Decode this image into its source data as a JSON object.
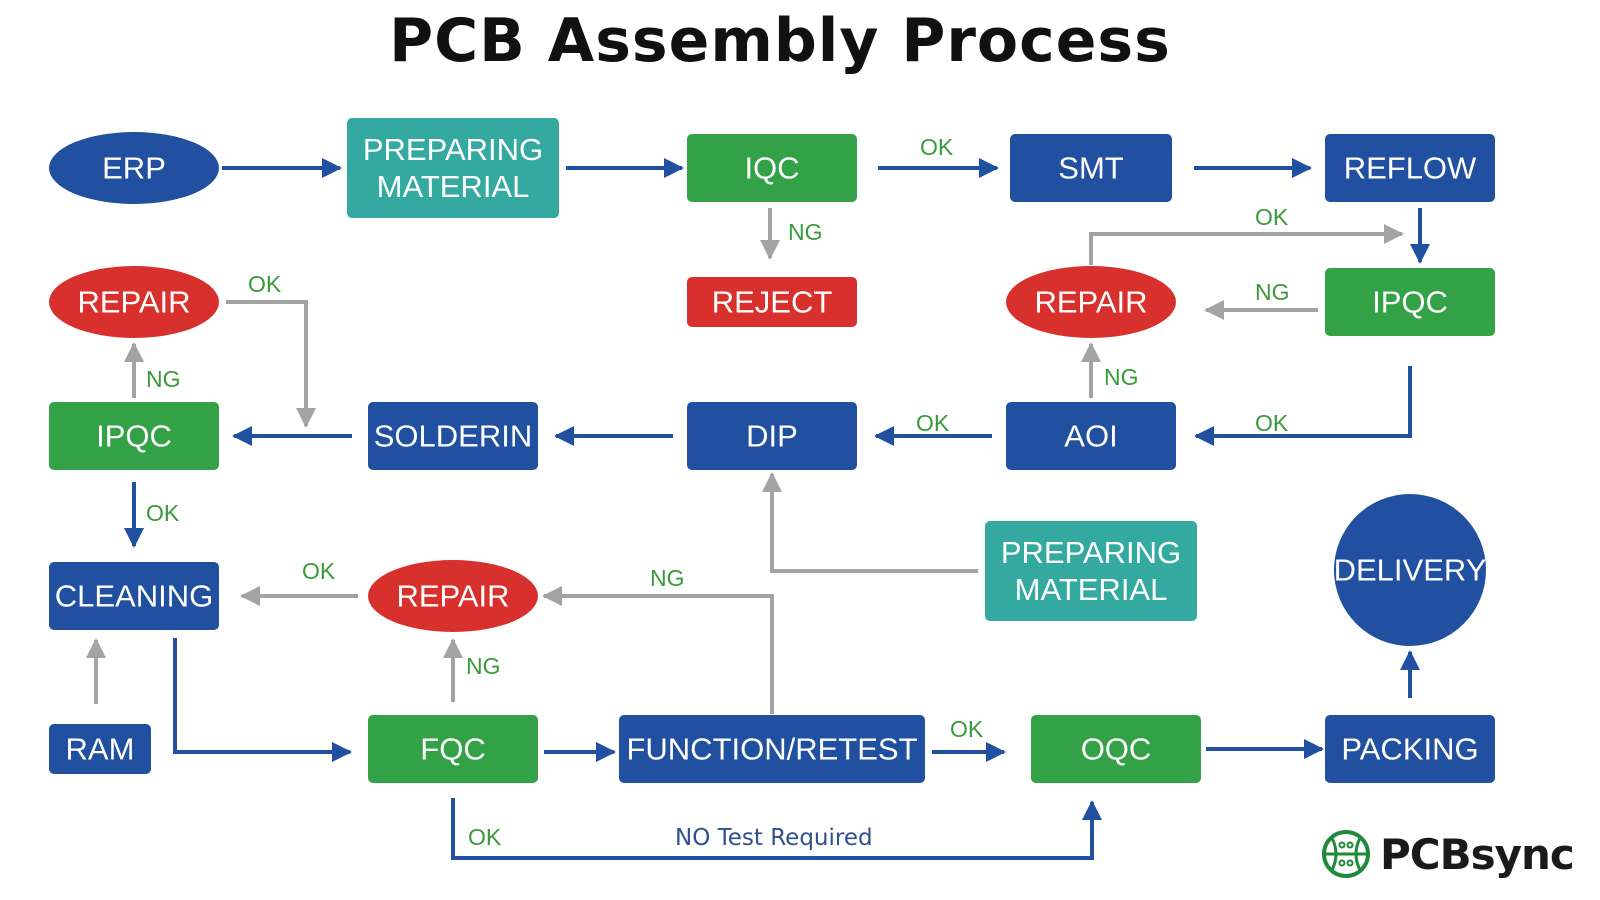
{
  "title": "PCB Assembly Process",
  "colors": {
    "blue": "#2150a0",
    "green": "#33a146",
    "teal": "#33a9a0",
    "red": "#d8302c",
    "gray_arrow": "#a3a3a3",
    "label_green": "#3a9a3a"
  },
  "nodes": [
    {
      "id": "erp",
      "label": [
        "ERP"
      ],
      "shape": "ellipse",
      "color": "blue"
    },
    {
      "id": "prep1",
      "label": [
        "PREPARING",
        "MATERIAL"
      ],
      "shape": "rect",
      "color": "teal"
    },
    {
      "id": "iqc",
      "label": [
        "IQC"
      ],
      "shape": "rect",
      "color": "green"
    },
    {
      "id": "smt",
      "label": [
        "SMT"
      ],
      "shape": "rect",
      "color": "blue"
    },
    {
      "id": "reflow",
      "label": [
        "REFLOW"
      ],
      "shape": "rect",
      "color": "blue"
    },
    {
      "id": "reject",
      "label": [
        "REJECT"
      ],
      "shape": "rect",
      "color": "red"
    },
    {
      "id": "repair1",
      "label": [
        "REPAIR"
      ],
      "shape": "ellipse",
      "color": "red"
    },
    {
      "id": "repair2",
      "label": [
        "REPAIR"
      ],
      "shape": "ellipse",
      "color": "red"
    },
    {
      "id": "ipqc2",
      "label": [
        "IPQC"
      ],
      "shape": "rect",
      "color": "green"
    },
    {
      "id": "ipqc1",
      "label": [
        "IPQC"
      ],
      "shape": "rect",
      "color": "green"
    },
    {
      "id": "solder",
      "label": [
        "SOLDERIN"
      ],
      "shape": "rect",
      "color": "blue"
    },
    {
      "id": "dip",
      "label": [
        "DIP"
      ],
      "shape": "rect",
      "color": "blue"
    },
    {
      "id": "aoi",
      "label": [
        "AOI"
      ],
      "shape": "rect",
      "color": "blue"
    },
    {
      "id": "prep2",
      "label": [
        "PREPARING",
        "MATERIAL"
      ],
      "shape": "rect",
      "color": "teal"
    },
    {
      "id": "delivery",
      "label": [
        "DELIVERY"
      ],
      "shape": "circle",
      "color": "blue"
    },
    {
      "id": "cleaning",
      "label": [
        "CLEANING"
      ],
      "shape": "rect",
      "color": "blue"
    },
    {
      "id": "repair3",
      "label": [
        "REPAIR"
      ],
      "shape": "ellipse",
      "color": "red"
    },
    {
      "id": "ram",
      "label": [
        "RAM"
      ],
      "shape": "rect",
      "color": "blue"
    },
    {
      "id": "fqc",
      "label": [
        "FQC"
      ],
      "shape": "rect",
      "color": "green"
    },
    {
      "id": "func",
      "label": [
        "FUNCTION/RETEST"
      ],
      "shape": "rect",
      "color": "blue"
    },
    {
      "id": "oqc",
      "label": [
        "OQC"
      ],
      "shape": "rect",
      "color": "green"
    },
    {
      "id": "packing",
      "label": [
        "PACKING"
      ],
      "shape": "rect",
      "color": "blue"
    }
  ],
  "edges": [
    {
      "from": "erp",
      "to": "prep1",
      "color": "blue",
      "label": ""
    },
    {
      "from": "prep1",
      "to": "iqc",
      "color": "blue",
      "label": ""
    },
    {
      "from": "iqc",
      "to": "smt",
      "color": "blue",
      "label": "OK"
    },
    {
      "from": "iqc",
      "to": "reject",
      "color": "gray",
      "label": "NG"
    },
    {
      "from": "smt",
      "to": "reflow",
      "color": "blue",
      "label": ""
    },
    {
      "from": "reflow",
      "to": "ipqc2",
      "color": "blue",
      "label": ""
    },
    {
      "from": "repair2",
      "to": "ipqc2",
      "color": "gray",
      "label": "OK"
    },
    {
      "from": "ipqc2",
      "to": "repair2",
      "color": "gray",
      "label": "NG"
    },
    {
      "from": "ipqc2",
      "to": "aoi",
      "color": "blue",
      "label": "OK"
    },
    {
      "from": "aoi",
      "to": "repair2",
      "color": "gray",
      "label": "NG"
    },
    {
      "from": "aoi",
      "to": "dip",
      "color": "blue",
      "label": "OK"
    },
    {
      "from": "dip",
      "to": "solder",
      "color": "blue",
      "label": ""
    },
    {
      "from": "prep2",
      "to": "dip",
      "color": "gray",
      "label": ""
    },
    {
      "from": "solder",
      "to": "ipqc1",
      "color": "blue",
      "label": ""
    },
    {
      "from": "ipqc1",
      "to": "repair1",
      "color": "gray",
      "label": "NG"
    },
    {
      "from": "repair1",
      "to": "ipqc1",
      "color": "gray",
      "label": "OK"
    },
    {
      "from": "ipqc1",
      "to": "cleaning",
      "color": "blue",
      "label": "OK"
    },
    {
      "from": "ram",
      "to": "cleaning",
      "color": "gray",
      "label": ""
    },
    {
      "from": "cleaning",
      "to": "fqc",
      "color": "blue",
      "label": ""
    },
    {
      "from": "fqc",
      "to": "repair3",
      "color": "gray",
      "label": "NG"
    },
    {
      "from": "func",
      "to": "repair3",
      "color": "gray",
      "label": "NG"
    },
    {
      "from": "repair3",
      "to": "cleaning",
      "color": "gray",
      "label": "OK"
    },
    {
      "from": "fqc",
      "to": "func",
      "color": "blue",
      "label": ""
    },
    {
      "from": "func",
      "to": "oqc",
      "color": "blue",
      "label": "OK"
    },
    {
      "from": "fqc",
      "to": "oqc",
      "color": "blue",
      "label": "OK",
      "note": "NO Test Required"
    },
    {
      "from": "oqc",
      "to": "packing",
      "color": "blue",
      "label": ""
    },
    {
      "from": "packing",
      "to": "delivery",
      "color": "blue",
      "label": ""
    }
  ],
  "logo": {
    "text": "PCBsync",
    "icon": "pcb-circuit-logo-icon"
  }
}
